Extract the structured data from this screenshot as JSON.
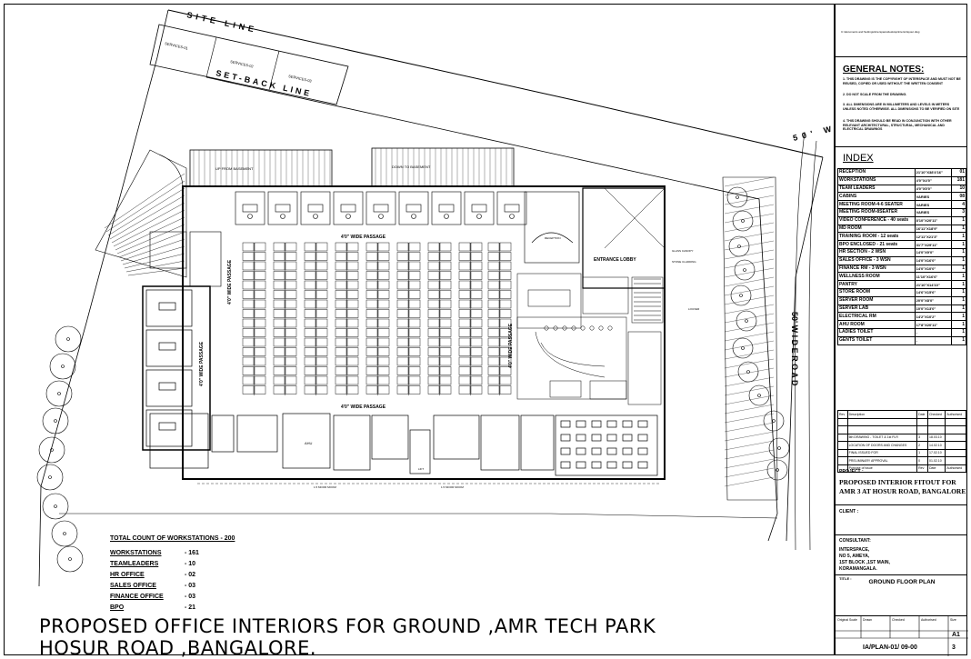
{
  "plan": {
    "site_line_label": "SITE LINE",
    "setback_line_label": "SET-BACK LINE",
    "services": [
      "SERVICES-01",
      "SERVICES-02",
      "SERVICES-03"
    ],
    "top_passage_left": "UP FROM BASEMENT",
    "top_passage_right": "DOWN TO BASEMENT",
    "passage_top": "4'0\" WIDE PASSAGE",
    "passage_bottom": "4'0\" WIDE PASSAGE",
    "passage_left": "4'0\" WIDE PASSAGE",
    "passage_inner": "4'0\" WIDE PASSAGE",
    "passage_right": "4'0\" WIDE PASSAGE",
    "entrance_lobby": "ENTRANCE LOBBY",
    "reception": "RECEPTION",
    "ahu": "AHU",
    "lift": "LIFT",
    "entrance_label": "ENTRANCE LOBBY",
    "road_top": "50' W I",
    "road_right": "50' W I D E   R O A D",
    "setback_bottom_a": "1.5 MOOR MOOM",
    "setback_bottom_b": "1.5 MOOR MOOM",
    "side_labels": [
      "GLASS CANOPY",
      "STONE CLADDING",
      "LOUVER"
    ]
  },
  "general_notes": {
    "title": "GENERAL NOTES:",
    "header_text": "C:\\documents and Settings\\interspace\\desktop\\interiorlayout.dwg",
    "notes": [
      "1. THIS DRAWING IS THE COPYRIGHT OF INTERSPACE AND MUST NOT BE REUSED, COPIED OR USED WITHOUT THE WRITTEN CONSENT",
      "2. DO NOT SCALE FROM THE DRAWING.",
      "3. ALL DIMENSIONS ARE IN MILLIMETERS AND LEVELS IN METERS UNLESS NOTED OTHERWISE. ALL DIMENSIONS TO BE VERIFIED ON SITE",
      "4. THIS DRAWING SHOULD BE READ IN CONJUNCTION WITH OTHER RELEVANT ARCHITECTURAL, STRUCTURAL, MECHANICAL AND ELECTRICAL DRAWINGS"
    ]
  },
  "index": {
    "title": "INDEX",
    "rows": [
      [
        "RECEPTION",
        "21'10\"X38'4'16\"",
        "01"
      ],
      [
        "WORKSTATIONS",
        "4'0\"X4'0\"",
        "181"
      ],
      [
        "TEAM LEADERS",
        "4'0\"X5'0\"",
        "10"
      ],
      [
        "CABINS",
        "VARIES",
        "08"
      ],
      [
        "MEETING ROOM-4-6 SEATER",
        "VARIES",
        "4"
      ],
      [
        "MEETING ROOM-8SEATER",
        "VARIES",
        "3"
      ],
      [
        "VIDEO CONFERENCE - 40 seats",
        "8'10\"X20'11\"",
        "1"
      ],
      [
        "MD ROOM",
        "16'11\"X18'9\"",
        "1"
      ],
      [
        "TRAINING ROOM - 12 seats",
        "12'11\"X21'3\"",
        "1"
      ],
      [
        "BPO ENCLOSED - 21 seats",
        "31'7\"X29'11\"",
        "1"
      ],
      [
        "HR SECTION - 2 WSN",
        "14'0\"X9'0\"",
        "1"
      ],
      [
        "SALES OFFICE - 3 WSN",
        "14'0\"X16'0\"",
        "1"
      ],
      [
        "FINANCE RM - 3 WSN",
        "14'0\"X10'0\"",
        "1"
      ],
      [
        "WELLNESS ROOM",
        "11'10\"X16'6\"",
        "1"
      ],
      [
        "PANTRY",
        "21'10\"X14'10\"",
        "1"
      ],
      [
        "STORE ROOM",
        "14'6\"X15'6\"",
        "1"
      ],
      [
        "SERVER ROOM",
        "20'0\"X8'0\"",
        "1"
      ],
      [
        "SERVER LAB",
        "10'0\"X13'0\"",
        "1"
      ],
      [
        "ELECTRICAL RM",
        "14'2\"X10'2\"",
        "1"
      ],
      [
        "AHU ROOM",
        "17'8\"X20'11\"",
        "1"
      ],
      [
        "LADIES TOILET",
        "-",
        "1"
      ],
      [
        "GENTS TOILET",
        "-",
        "1"
      ]
    ]
  },
  "revisions": {
    "headers": [
      "Rev",
      "Description",
      "Date",
      "Checked",
      "Authorised"
    ],
    "rows": [
      [
        "",
        "6th DRAWING - TOILET & 1st FLR",
        "3",
        "18.03.10",
        ""
      ],
      [
        "",
        "LOCATION OF DOORS AND CHANGES",
        "2",
        "14.02.10",
        ""
      ],
      [
        "",
        "FINAL ISSUED FOR",
        "1",
        "17.02.10",
        ""
      ],
      [
        "",
        "PRELIMINARY APPROVAL",
        "0",
        "01.02.10",
        ""
      ],
      [
        "",
        "Purpose of issue",
        "Rev",
        "Date",
        "Authorised"
      ]
    ]
  },
  "project": {
    "label": "PROJECT :",
    "name": "PROPOSED INTERIOR FITOUT FOR AMR 3 AT HOSUR ROAD, BANGALORE",
    "client_label": "CLIENT :",
    "consultant_label": "CONSULTANT:",
    "consultant_lines": [
      "INTERSPACE,",
      "NO 5, AMEYA,",
      "1ST BLOCK ,1ST MAIN,",
      "KORAMANGALA."
    ],
    "title_label": "TITLE :",
    "drawing_title": "GROUND FLOOR PLAN",
    "sheet_size": "A1",
    "drawing_number": "IA/PLAN-01/ 09-00",
    "sheet_no": "3",
    "meta_headers": [
      "Original Scale",
      "Drawn",
      "Checked",
      "Authorised",
      "Size"
    ]
  },
  "workstations": {
    "title": "TOTAL COUNT OF WORKSTATIONS - 200",
    "rows": [
      {
        "name": "WORKSTATIONS",
        "count": "- 161"
      },
      {
        "name": "TEAMLEADERS",
        "count": "- 10"
      },
      {
        "name": "HR OFFICE",
        "count": "- 02"
      },
      {
        "name": "SALES OFFICE",
        "count": "- 03"
      },
      {
        "name": "FINANCE OFFICE",
        "count": "- 03"
      },
      {
        "name": "BPO",
        "count": "- 21"
      }
    ]
  },
  "caption": {
    "line1": "PROPOSED  OFFICE  INTERIORS FOR  GROUND ,AMR TECH PARK",
    "line2": "HOSUR ROAD ,BANGALORE."
  }
}
